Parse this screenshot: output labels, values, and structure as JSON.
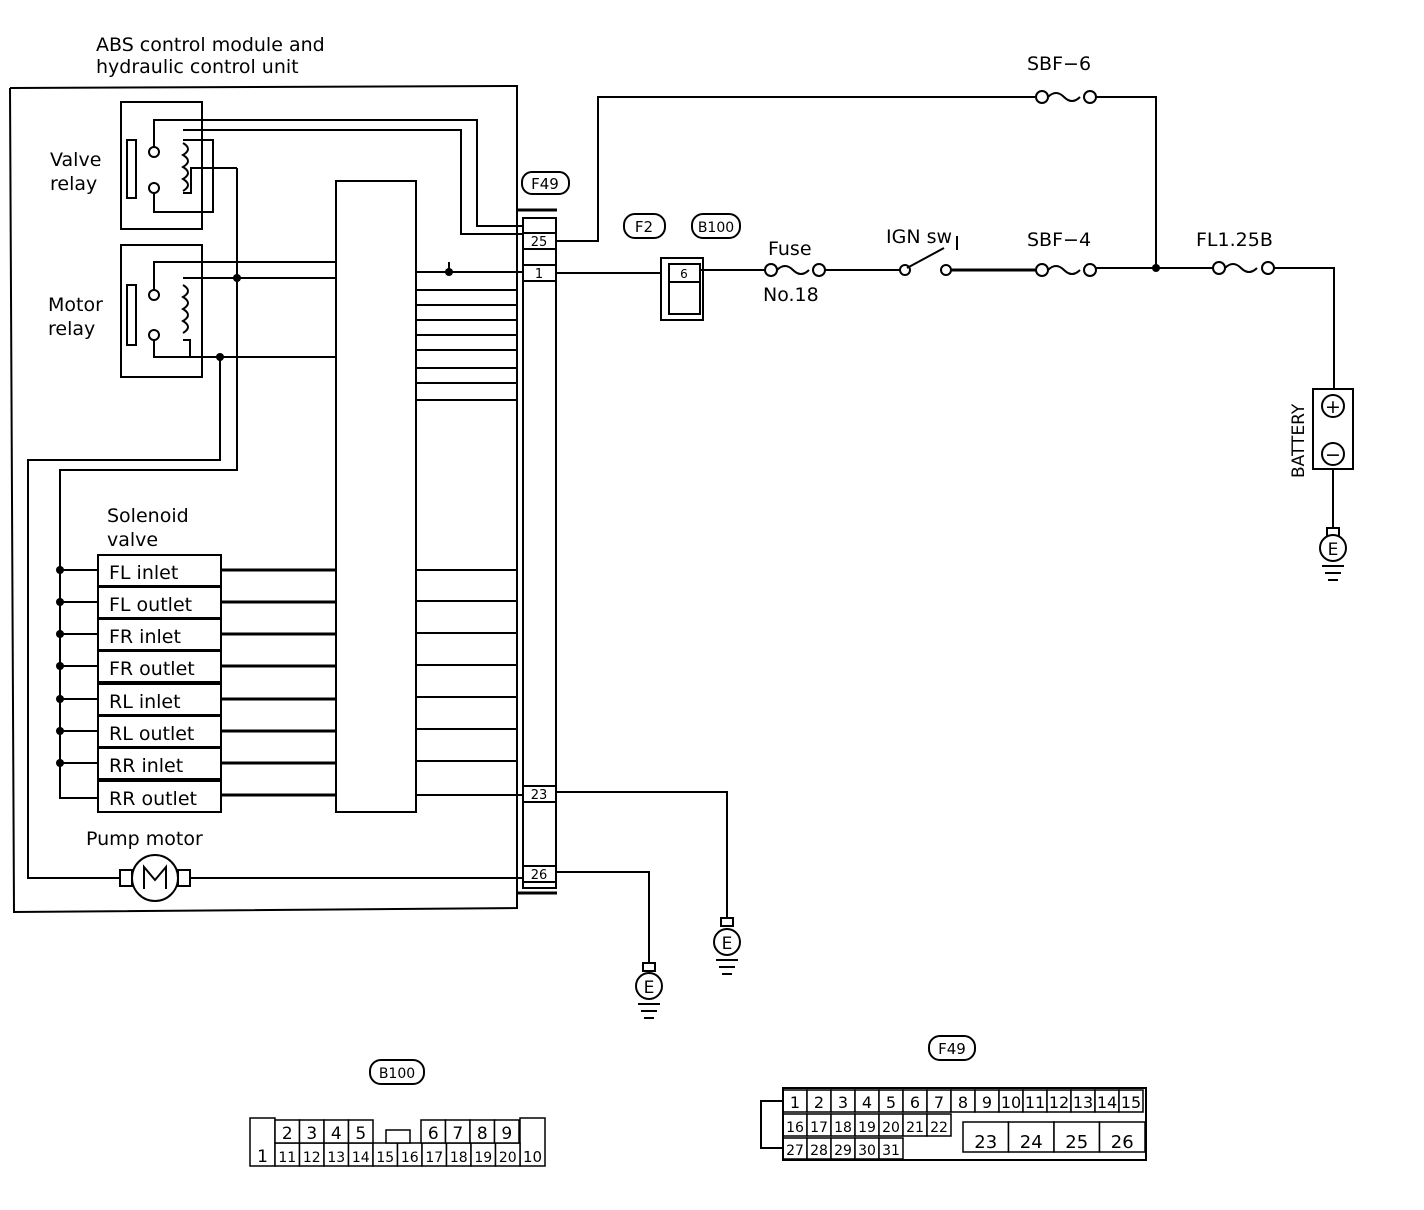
{
  "module": {
    "title_line1": "ABS control module and",
    "title_line2": "hydraulic control unit",
    "valve_relay_line1": "Valve",
    "valve_relay_line2": "relay",
    "motor_relay_line1": "Motor",
    "motor_relay_line2": "relay",
    "solenoid_line1": "Solenoid",
    "solenoid_line2": "valve",
    "solenoids": [
      "FL inlet",
      "FL outlet",
      "FR inlet",
      "FR outlet",
      "RL inlet",
      "RL outlet",
      "RR inlet",
      "RR outlet"
    ],
    "pump_motor": "Pump motor"
  },
  "connectors": {
    "f49": "F49",
    "f2": "F2",
    "b100": "B100",
    "f49_pins": {
      "p25": "25",
      "p1": "1",
      "p23": "23",
      "p26": "26"
    },
    "b100_pin": "6"
  },
  "power": {
    "sbf6": "SBF−6",
    "sbf4": "SBF−4",
    "fuse_line1": "Fuse",
    "fuse_line2": "No.18",
    "ign_sw": "IGN sw",
    "fl125b": "FL1.25B",
    "battery": "BATTERY",
    "plus": "+",
    "minus": "−",
    "ground": "E"
  },
  "b100_layout": {
    "label": "B100",
    "pin_left": "1",
    "pin_right": "10",
    "top_row": [
      "2",
      "3",
      "4",
      "5",
      "",
      "6",
      "7",
      "8",
      "9"
    ],
    "bottom_row": [
      "11",
      "12",
      "13",
      "14",
      "15",
      "16",
      "17",
      "18",
      "19",
      "20"
    ]
  },
  "f49_layout": {
    "label": "F49",
    "row1": [
      "1",
      "2",
      "3",
      "4",
      "5",
      "6",
      "7",
      "8",
      "9",
      "10",
      "11",
      "12",
      "13",
      "14",
      "15"
    ],
    "row2": [
      "16",
      "17",
      "18",
      "19",
      "20",
      "21",
      "22"
    ],
    "row2_big": [
      "23",
      "24",
      "25",
      "26"
    ],
    "row3": [
      "27",
      "28",
      "29",
      "30",
      "31"
    ]
  }
}
